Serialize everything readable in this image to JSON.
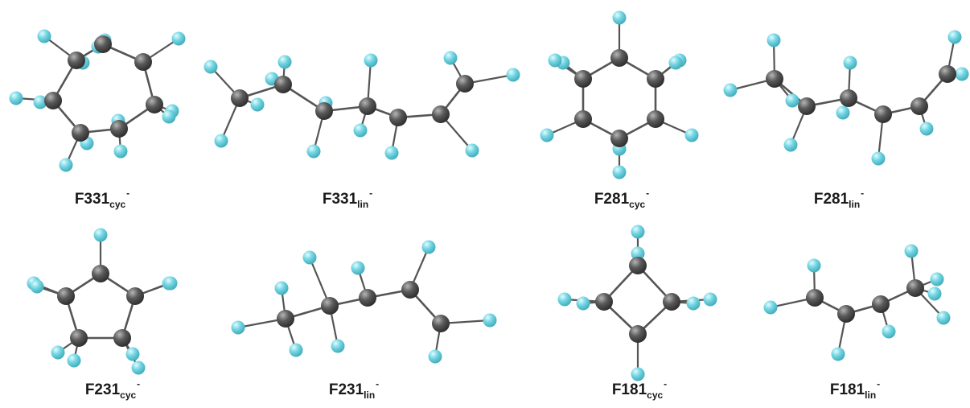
{
  "colors": {
    "carbon": "#4a4a4a",
    "fluorine": "#6ed3e0",
    "bond": "#555555",
    "label": "#1a1a1a"
  },
  "molecules": [
    {
      "id": "f331-cyc",
      "label": {
        "base": "F331",
        "sub": "cyc",
        "sup": "-"
      }
    },
    {
      "id": "f331-lin",
      "label": {
        "base": "F331",
        "sub": "lin",
        "sup": "-"
      }
    },
    {
      "id": "f281-cyc",
      "label": {
        "base": "F281",
        "sub": "cyc",
        "sup": "-"
      }
    },
    {
      "id": "f281-lin",
      "label": {
        "base": "F281",
        "sub": "lin",
        "sup": "-"
      }
    },
    {
      "id": "f231-cyc",
      "label": {
        "base": "F231",
        "sub": "cyc",
        "sup": "-"
      }
    },
    {
      "id": "f231-lin",
      "label": {
        "base": "F231",
        "sub": "lin",
        "sup": "-"
      }
    },
    {
      "id": "f181-cyc",
      "label": {
        "base": "F181",
        "sub": "cyc",
        "sup": "-"
      }
    },
    {
      "id": "f181-lin",
      "label": {
        "base": "F181",
        "sub": "lin",
        "sup": "-"
      }
    }
  ]
}
